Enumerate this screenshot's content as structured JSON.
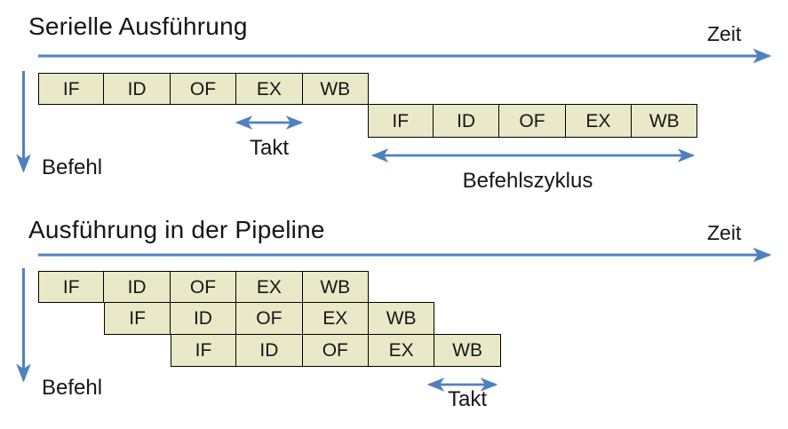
{
  "colors": {
    "accent_blue": "#4f81bd",
    "box_fill": "#e9e9c8",
    "box_border": "#000000",
    "background": "#ffffff",
    "text": "#161616"
  },
  "serial": {
    "title": "Serielle Ausführung",
    "time_axis_label": "Zeit",
    "instruction_axis_label": "Befehl",
    "clock_label": "Takt",
    "cycle_label": "Befehlszyklus",
    "rows": [
      {
        "cells": [
          "IF",
          "ID",
          "OF",
          "EX",
          "WB"
        ]
      },
      {
        "cells": [
          "IF",
          "ID",
          "OF",
          "EX",
          "WB"
        ]
      }
    ]
  },
  "pipeline": {
    "title": "Ausführung in der Pipeline",
    "time_axis_label": "Zeit",
    "instruction_axis_label": "Befehl",
    "clock_label": "Takt",
    "rows": [
      {
        "cells": [
          "IF",
          "ID",
          "OF",
          "EX",
          "WB"
        ]
      },
      {
        "cells": [
          "IF",
          "ID",
          "OF",
          "EX",
          "WB"
        ]
      },
      {
        "cells": [
          "IF",
          "ID",
          "OF",
          "EX",
          "WB"
        ]
      }
    ]
  }
}
